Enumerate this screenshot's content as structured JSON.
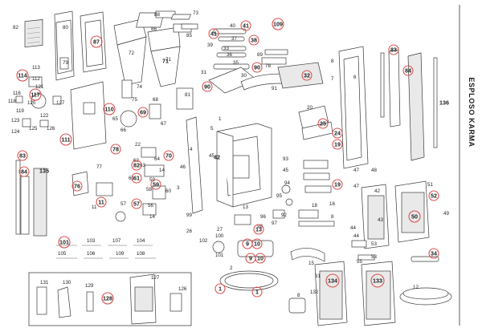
{
  "title": "ESPLOSO KARMA",
  "highlight_color": "#d9534f",
  "plain_labels": [
    "82",
    "80",
    "79",
    "73",
    "86",
    "85",
    "88",
    "40",
    "37",
    "33",
    "39",
    "36",
    "35",
    "72",
    "71",
    "31",
    "89",
    "78",
    "30",
    "91",
    "8",
    "7",
    "6",
    "20",
    "113",
    "112",
    "121",
    "116",
    "118",
    "119",
    "120",
    "122",
    "123",
    "124",
    "125",
    "126",
    "127",
    "74",
    "75",
    "68",
    "67",
    "65",
    "66",
    "22",
    "64",
    "63",
    "14",
    "58",
    "60",
    "46",
    "3",
    "4",
    "102",
    "100",
    "101",
    "99",
    "97",
    "96",
    "95",
    "94",
    "93",
    "45",
    "45",
    "1",
    "5",
    "44",
    "47",
    "48",
    "49",
    "51",
    "53",
    "55",
    "43",
    "42",
    "44",
    "47",
    "53",
    "16",
    "27",
    "26",
    "98",
    "92",
    "11",
    "13",
    "77",
    "81",
    "62",
    "61",
    "59",
    "56",
    "57",
    "14",
    "18",
    "8",
    "105",
    "103",
    "104",
    "106",
    "107",
    "108",
    "109",
    "2",
    "131",
    "130",
    "129",
    "127",
    "126",
    "15",
    "8",
    "31",
    "132",
    "12"
  ],
  "highlight_labels": [
    "87",
    "41",
    "41",
    "109",
    "38",
    "90",
    "90",
    "32",
    "114",
    "117",
    "110",
    "69",
    "71",
    "84",
    "83",
    "136",
    "25",
    "24",
    "19",
    "19",
    "111",
    "76",
    "83",
    "84",
    "135",
    "78",
    "70",
    "82",
    "61",
    "59",
    "57",
    "11",
    "13",
    "10",
    "10",
    "9",
    "9",
    "52",
    "50",
    "34",
    "134",
    "133",
    "128",
    "1",
    "1",
    "101",
    "42"
  ]
}
